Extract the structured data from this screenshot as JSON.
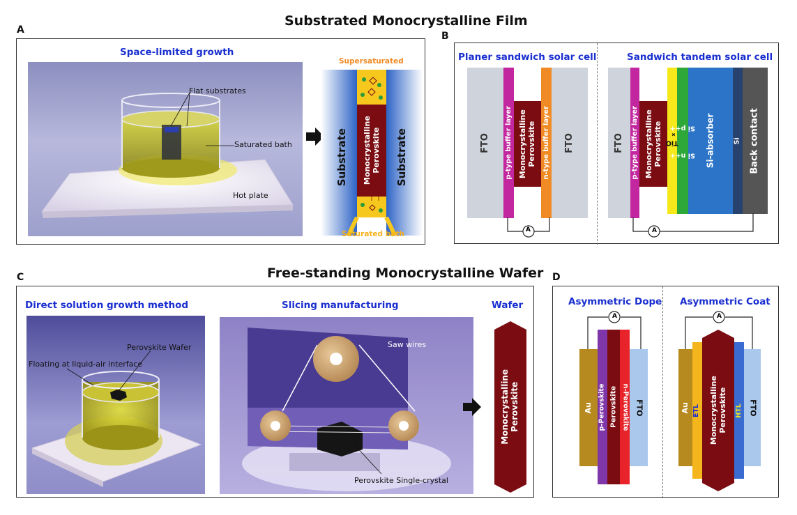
{
  "titles": {
    "top": "Substrated Monocrystalline Film",
    "bottom": "Free-standing Monocrystalline Wafer"
  },
  "panel_letters": {
    "a": "A",
    "b": "B",
    "c": "C",
    "d": "D"
  },
  "panel_a": {
    "subtitle": "Space-limited growth",
    "labels": {
      "flat_substrates": "Flat substrates",
      "saturated_bath": "Saturated bath",
      "hot_plate": "Hot plate"
    },
    "schematic": {
      "supersaturated": "Supersaturated",
      "substrate_left": "Substrate",
      "substrate_right": "Substrate",
      "crystal": "Monocrystalline\nPerovskite",
      "saturated_bath": "Saturated bath"
    }
  },
  "panel_b": {
    "left_title": "Planer sandwich solar cell",
    "right_title": "Sandwich tandem solar cell",
    "left_layers": {
      "fto1": "FTO",
      "p_buffer": "p-type buffer layer",
      "perovskite": "Monocrystalline\nPerovskite",
      "n_buffer": "n-type buffer layer",
      "fto2": "FTO"
    },
    "right_layers": {
      "fto": "FTO",
      "p_buffer": "p-type buffer layer",
      "perovskite": "Monocrystalline\nPerovskite",
      "tio": "TiO",
      "tio_sub": "x",
      "si_n": "Si n++",
      "si_p": "Si p++",
      "si_absorber": "Si-absorber",
      "si": "Si",
      "back_contact": "Back contact"
    },
    "ammeter": "A"
  },
  "panel_c": {
    "direct": {
      "subtitle": "Direct solution growth method",
      "perovskite_wafer": "Perovskite Wafer",
      "floating": "Floating at liquid-air interface"
    },
    "slicing": {
      "subtitle": "Slicing manufacturing",
      "saw_wires": "Saw wires",
      "single_crystal": "Perovskite Single-crystal"
    },
    "wafer": {
      "subtitle": "Wafer",
      "crystal": "Monocrystalline\nPerovskite"
    }
  },
  "panel_d": {
    "left_title": "Asymmetric Dope",
    "right_title": "Asymmetric Coat",
    "left_layers": {
      "au": "Au",
      "p_perovskite": "p-Perovskite",
      "perovskite": "Perovskite",
      "n_perovskite": "n-Perovskite",
      "fto": "FTO"
    },
    "right_layers": {
      "au": "Au",
      "etl": "ETL",
      "crystal": "Monocrystalline\nPerovskite",
      "htl": "HTL",
      "fto": "FTO"
    },
    "ammeter": "A"
  },
  "colors": {
    "label_blue": "#1a2fd0",
    "perovskite": "#7a0c12",
    "fto": "#cfd4dc",
    "magenta": "#c2279f",
    "orange": "#f08a24",
    "yellow": "#f6e81a",
    "green": "#2fa83a",
    "si_blue": "#2b74c7",
    "dark_blue": "#27426e",
    "gray": "#555555",
    "gold": "#b68a1e"
  }
}
